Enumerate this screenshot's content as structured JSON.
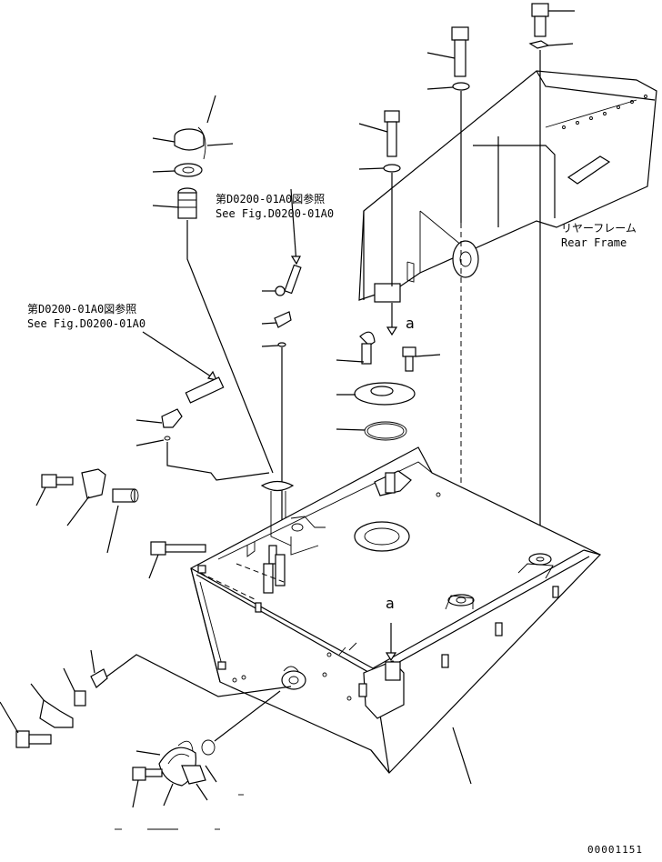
{
  "labels": {
    "rear_frame_jp": "リヤーフレーム",
    "rear_frame_en": "Rear Frame",
    "ref_jp_1": "第D0200-01A0図参照",
    "ref_en_1": "See Fig.D0200-01A0",
    "ref_jp_2": "第D0200-01A0図参照",
    "ref_en_2": "See Fig.D0200-01A0",
    "mark_a_top": "a",
    "mark_a_bottom": "a",
    "drawing_number": "00001151"
  }
}
